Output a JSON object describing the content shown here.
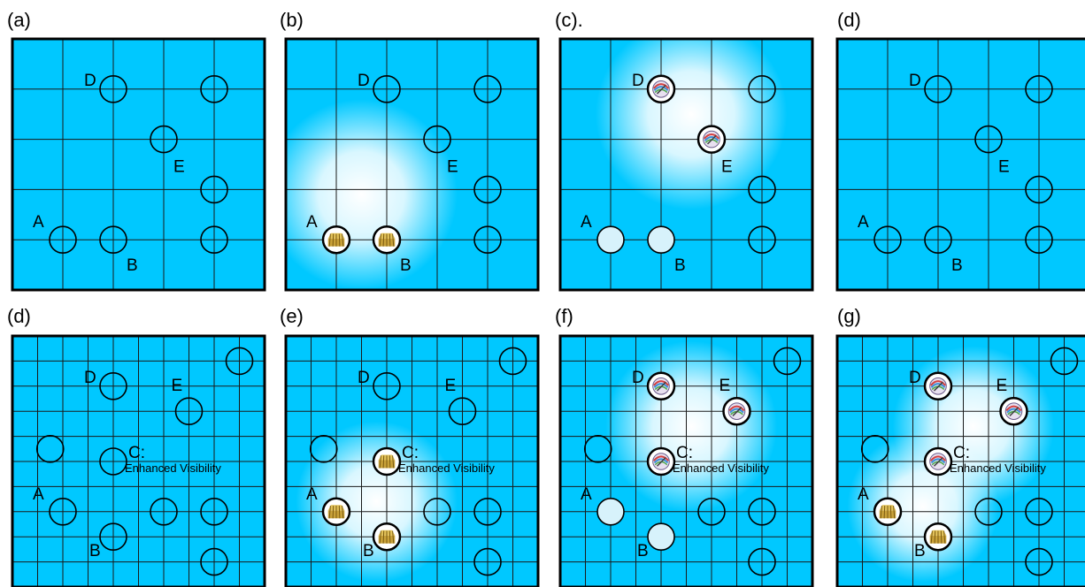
{
  "colors": {
    "background": "#00c8ff",
    "grid_line": "#1a1a1a",
    "border": "#000000",
    "glow": "#ffffff",
    "faded_node": "#d7f2fb"
  },
  "icons": {
    "A": "hay-bale-icon",
    "B": "hay-bale-icon",
    "C": "compass-icon",
    "D": "compass-icon",
    "E": "compass-icon"
  },
  "c_caption": "Enhanced Visibility",
  "panels": [
    {
      "label": "(a)",
      "grid": 5,
      "glows": [],
      "nodes": [
        {
          "name": "D",
          "gx": 2,
          "gy": 1,
          "state": "empty"
        },
        {
          "name": "",
          "gx": 4,
          "gy": 1,
          "state": "empty"
        },
        {
          "name": "E",
          "gx": 3,
          "gy": 2,
          "state": "empty"
        },
        {
          "name": "",
          "gx": 4,
          "gy": 3,
          "state": "empty"
        },
        {
          "name": "A",
          "gx": 1,
          "gy": 4,
          "state": "empty"
        },
        {
          "name": "B",
          "gx": 2,
          "gy": 4,
          "state": "empty"
        },
        {
          "name": "",
          "gx": 4,
          "gy": 4,
          "state": "empty"
        }
      ]
    },
    {
      "label": "(b)",
      "grid": 5,
      "glows": [
        {
          "gx": 1.5,
          "gy": 3.1,
          "r": 1.9
        }
      ],
      "nodes": [
        {
          "name": "D",
          "gx": 2,
          "gy": 1,
          "state": "empty"
        },
        {
          "name": "",
          "gx": 4,
          "gy": 1,
          "state": "empty"
        },
        {
          "name": "E",
          "gx": 3,
          "gy": 2,
          "state": "empty"
        },
        {
          "name": "",
          "gx": 4,
          "gy": 3,
          "state": "empty"
        },
        {
          "name": "A",
          "gx": 1,
          "gy": 4,
          "state": "hay"
        },
        {
          "name": "B",
          "gx": 2,
          "gy": 4,
          "state": "hay"
        },
        {
          "name": "",
          "gx": 4,
          "gy": 4,
          "state": "empty"
        }
      ]
    },
    {
      "label": "(c).",
      "grid": 5,
      "glows": [
        {
          "gx": 2.6,
          "gy": 1.5,
          "r": 1.9
        }
      ],
      "nodes": [
        {
          "name": "D",
          "gx": 2,
          "gy": 1,
          "state": "compass"
        },
        {
          "name": "",
          "gx": 4,
          "gy": 1,
          "state": "empty"
        },
        {
          "name": "E",
          "gx": 3,
          "gy": 2,
          "state": "compass"
        },
        {
          "name": "",
          "gx": 4,
          "gy": 3,
          "state": "empty"
        },
        {
          "name": "A",
          "gx": 1,
          "gy": 4,
          "state": "faded"
        },
        {
          "name": "B",
          "gx": 2,
          "gy": 4,
          "state": "faded"
        },
        {
          "name": "",
          "gx": 4,
          "gy": 4,
          "state": "empty"
        }
      ]
    },
    {
      "label": "(d)",
      "grid": 5,
      "glows": [],
      "nodes": [
        {
          "name": "D",
          "gx": 2,
          "gy": 1,
          "state": "empty"
        },
        {
          "name": "",
          "gx": 4,
          "gy": 1,
          "state": "empty"
        },
        {
          "name": "E",
          "gx": 3,
          "gy": 2,
          "state": "empty"
        },
        {
          "name": "",
          "gx": 4,
          "gy": 3,
          "state": "empty"
        },
        {
          "name": "A",
          "gx": 1,
          "gy": 4,
          "state": "empty"
        },
        {
          "name": "B",
          "gx": 2,
          "gy": 4,
          "state": "empty"
        },
        {
          "name": "",
          "gx": 4,
          "gy": 4,
          "state": "empty"
        }
      ]
    },
    {
      "label": "(d)",
      "grid": 10,
      "glows": [],
      "nodes": [
        {
          "name": "",
          "gx": 9,
          "gy": 1,
          "state": "empty"
        },
        {
          "name": "D",
          "gx": 4,
          "gy": 2,
          "state": "empty"
        },
        {
          "name": "E",
          "gx": 7,
          "gy": 3,
          "state": "empty"
        },
        {
          "name": "",
          "gx": 1.5,
          "gy": 4.5,
          "state": "empty"
        },
        {
          "name": "C:",
          "gx": 4,
          "gy": 5,
          "state": "empty",
          "caption": true
        },
        {
          "name": "A",
          "gx": 2,
          "gy": 7,
          "state": "empty"
        },
        {
          "name": "",
          "gx": 6,
          "gy": 7,
          "state": "empty"
        },
        {
          "name": "",
          "gx": 8,
          "gy": 7,
          "state": "empty"
        },
        {
          "name": "B",
          "gx": 4,
          "gy": 8,
          "state": "empty"
        },
        {
          "name": "",
          "gx": 8,
          "gy": 9,
          "state": "empty"
        }
      ]
    },
    {
      "label": "(e)",
      "grid": 10,
      "glows": [
        {
          "gx": 3.6,
          "gy": 6.6,
          "r": 3.2
        }
      ],
      "nodes": [
        {
          "name": "",
          "gx": 9,
          "gy": 1,
          "state": "empty"
        },
        {
          "name": "D",
          "gx": 4,
          "gy": 2,
          "state": "empty"
        },
        {
          "name": "E",
          "gx": 7,
          "gy": 3,
          "state": "empty"
        },
        {
          "name": "",
          "gx": 1.5,
          "gy": 4.5,
          "state": "empty"
        },
        {
          "name": "C:",
          "gx": 4,
          "gy": 5,
          "state": "hay",
          "caption": true
        },
        {
          "name": "A",
          "gx": 2,
          "gy": 7,
          "state": "hay"
        },
        {
          "name": "",
          "gx": 6,
          "gy": 7,
          "state": "empty"
        },
        {
          "name": "",
          "gx": 8,
          "gy": 7,
          "state": "empty"
        },
        {
          "name": "B",
          "gx": 4,
          "gy": 8,
          "state": "hay"
        },
        {
          "name": "",
          "gx": 8,
          "gy": 9,
          "state": "empty"
        }
      ]
    },
    {
      "label": "(f)",
      "grid": 10,
      "glows": [
        {
          "gx": 5.2,
          "gy": 3.6,
          "r": 3.4
        }
      ],
      "nodes": [
        {
          "name": "",
          "gx": 9,
          "gy": 1,
          "state": "empty"
        },
        {
          "name": "D",
          "gx": 4,
          "gy": 2,
          "state": "compass"
        },
        {
          "name": "E",
          "gx": 7,
          "gy": 3,
          "state": "compass"
        },
        {
          "name": "",
          "gx": 1.5,
          "gy": 4.5,
          "state": "empty"
        },
        {
          "name": "C:",
          "gx": 4,
          "gy": 5,
          "state": "compass",
          "caption": true
        },
        {
          "name": "A",
          "gx": 2,
          "gy": 7,
          "state": "faded"
        },
        {
          "name": "",
          "gx": 6,
          "gy": 7,
          "state": "empty"
        },
        {
          "name": "",
          "gx": 8,
          "gy": 7,
          "state": "empty"
        },
        {
          "name": "B",
          "gx": 4,
          "gy": 8,
          "state": "faded"
        },
        {
          "name": "",
          "gx": 8,
          "gy": 9,
          "state": "empty"
        }
      ]
    },
    {
      "label": "(g)",
      "grid": 10,
      "glows": [
        {
          "gx": 5.4,
          "gy": 3.6,
          "r": 3.2
        },
        {
          "gx": 3.4,
          "gy": 6.8,
          "r": 3.0
        }
      ],
      "nodes": [
        {
          "name": "",
          "gx": 9,
          "gy": 1,
          "state": "empty"
        },
        {
          "name": "D",
          "gx": 4,
          "gy": 2,
          "state": "compass"
        },
        {
          "name": "E",
          "gx": 7,
          "gy": 3,
          "state": "compass"
        },
        {
          "name": "",
          "gx": 1.5,
          "gy": 4.5,
          "state": "empty"
        },
        {
          "name": "C:",
          "gx": 4,
          "gy": 5,
          "state": "compass",
          "caption": true
        },
        {
          "name": "A",
          "gx": 2,
          "gy": 7,
          "state": "hay"
        },
        {
          "name": "",
          "gx": 6,
          "gy": 7,
          "state": "empty"
        },
        {
          "name": "",
          "gx": 8,
          "gy": 7,
          "state": "empty"
        },
        {
          "name": "B",
          "gx": 4,
          "gy": 8,
          "state": "hay"
        },
        {
          "name": "",
          "gx": 8,
          "gy": 9,
          "state": "empty"
        }
      ]
    }
  ]
}
